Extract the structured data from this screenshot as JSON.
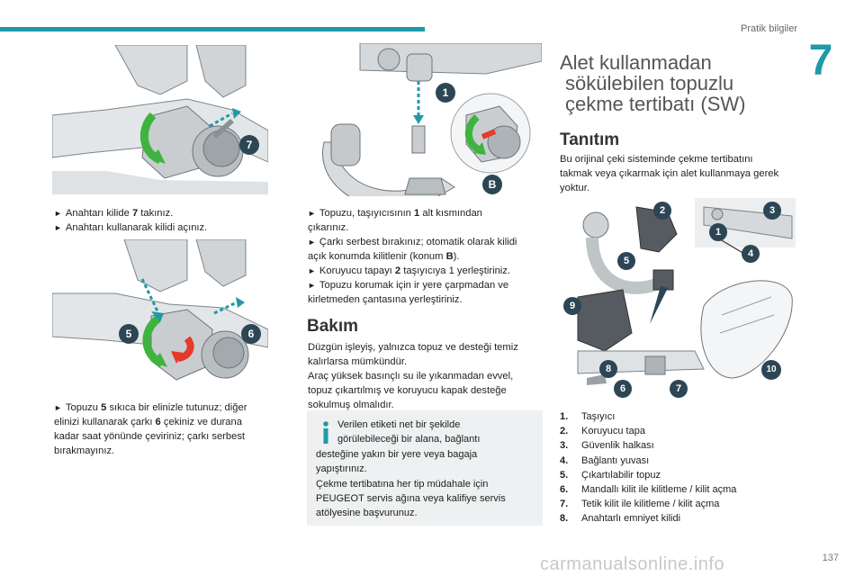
{
  "header": {
    "section_title": "Pratik bilgiler",
    "chapter_number": "7"
  },
  "left_column": {
    "caption_1": [
      {
        "marker": "►",
        "before": "Anahtarı kilide ",
        "bold": "7",
        "after": " takınız."
      },
      {
        "marker": "►",
        "before": "Anahtarı kullanarak kilidi açınız.",
        "bold": "",
        "after": ""
      }
    ],
    "caption_2": [
      {
        "marker": "►",
        "before": "Topuzu ",
        "bold": "5",
        "after": " sıkıca bir elinizle tutunuz; diğer"
      },
      {
        "marker": "",
        "before": "elinizi kullanarak çarkı ",
        "bold": "6",
        "after": " çekiniz ve durana"
      },
      {
        "marker": "",
        "before": "kadar saat yönünde çeviriniz; çarkı serbest",
        "bold": "",
        "after": ""
      },
      {
        "marker": "",
        "before": "bırakmayınız.",
        "bold": "",
        "after": ""
      }
    ],
    "illus_1_badges": [
      "7"
    ],
    "illus_2_badges": [
      "5",
      "6"
    ]
  },
  "middle_column": {
    "illus_badges": [
      "1",
      "B"
    ],
    "caption": [
      {
        "marker": "►",
        "before": "Topuzu, taşıyıcısının ",
        "bold": "1",
        "after": " alt kısmından"
      },
      {
        "marker": "",
        "before": "çıkarınız.",
        "bold": "",
        "after": ""
      },
      {
        "marker": "►",
        "before": "Çarkı serbest bırakınız; otomatik olarak kilidi",
        "bold": "",
        "after": ""
      },
      {
        "marker": "",
        "before": "açık konumda kilitlenir (konum ",
        "bold": "B",
        "after": ")."
      },
      {
        "marker": "►",
        "before": "Koruyucu tapayı ",
        "bold": "2",
        "after": " taşıyıcıya 1 yerleştiriniz."
      },
      {
        "marker": "►",
        "before": "Topuzu korumak için ir yere çarpmadan ve",
        "bold": "",
        "after": ""
      },
      {
        "marker": "",
        "before": "kirletmeden çantasına yerleştiriniz.",
        "bold": "",
        "after": ""
      }
    ],
    "maintenance_heading": "Bakım",
    "maintenance_text": [
      "Düzgün işleyiş, yalnızca topuz ve desteği temiz",
      "kalırlarsa mümkündür.",
      "Araç yüksek basınçlı su ile yıkanmadan evvel,",
      "topuz çıkartılmış ve koruyucu kapak desteğe",
      "sokulmuş olmalıdır."
    ],
    "info_box": [
      "Verilen etiketi net bir şekilde",
      "görülebileceği bir alana, bağlantı",
      "desteğine yakın bir yere veya bagaja",
      "yapıştırınız.",
      "Çekme tertibatına her tip müdahale için",
      "PEUGEOT servis ağına veya kalifiye servis",
      "atölyesine başvurunuz."
    ]
  },
  "right_column": {
    "title_lines": [
      "Alet kullanmadan",
      "sökülebilen topuzlu",
      "çekme tertibatı (SW)"
    ],
    "intro_heading": "Tanıtım",
    "intro_text": [
      "Bu orijinal çeki sisteminde çekme tertibatını",
      "takmak veya çıkarmak için alet kullanmaya gerek",
      "yoktur."
    ],
    "illus_badges": [
      "1",
      "2",
      "3",
      "4",
      "5",
      "6",
      "7",
      "8",
      "9",
      "10"
    ],
    "legend": [
      {
        "num": "1.",
        "label": "Taşıyıcı"
      },
      {
        "num": "2.",
        "label": "Koruyucu tapa"
      },
      {
        "num": "3.",
        "label": "Güvenlik halkası"
      },
      {
        "num": "4.",
        "label": "Bağlantı yuvası"
      },
      {
        "num": "5.",
        "label": "Çıkartılabilir topuz"
      },
      {
        "num": "6.",
        "label": "Mandallı kilit ile kilitleme / kilit açma"
      },
      {
        "num": "7.",
        "label": "Tetik kilit ile kilitleme / kilit açma"
      },
      {
        "num": "8.",
        "label": "Anahtarlı emniyet kilidi"
      }
    ]
  },
  "footer": {
    "page_number": "137",
    "watermark": "carmanualsonline.info"
  },
  "colors": {
    "accent_teal": "#1f9aa6",
    "badge_fill": "#2c4655",
    "green_arrow": "#3fb33f",
    "red_arrow": "#e53a2b"
  }
}
